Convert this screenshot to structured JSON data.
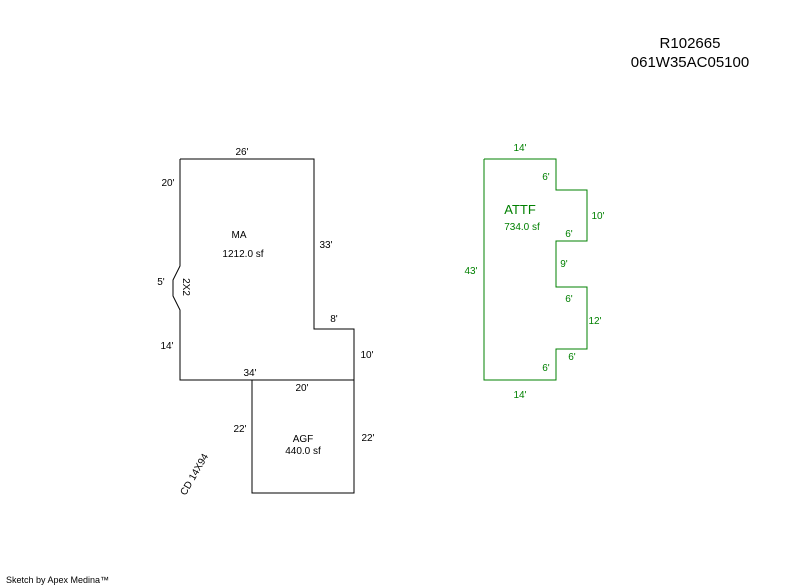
{
  "header": {
    "account": "R102665",
    "map_id": "061W35AC05100"
  },
  "main_area": {
    "name": "MA",
    "area": "1212.0 sf",
    "dims": {
      "top": "26'",
      "left_upper": "20'",
      "jog": "5'",
      "left_lower": "14'",
      "right": "33'",
      "step": "8'",
      "right_lower": "10'",
      "bottom": "34'"
    },
    "notch_label": "2X2"
  },
  "garage": {
    "name": "AGF",
    "area": "440.0 sf",
    "dims": {
      "top": "20'",
      "left": "22'",
      "right": "22'"
    }
  },
  "deck_note": "CD 14X94",
  "attic": {
    "name": "ATTF",
    "area": "734.0 sf",
    "dims": {
      "top": "14'",
      "d1": "6'",
      "d2": "10'",
      "d3": "6'",
      "d4": "9'",
      "d5": "6'",
      "d6": "12'",
      "d7": "6'",
      "d8": "6'",
      "bottom": "14'",
      "left": "43'"
    },
    "color": "#008000"
  },
  "footer": "Sketch by Apex Medina™"
}
